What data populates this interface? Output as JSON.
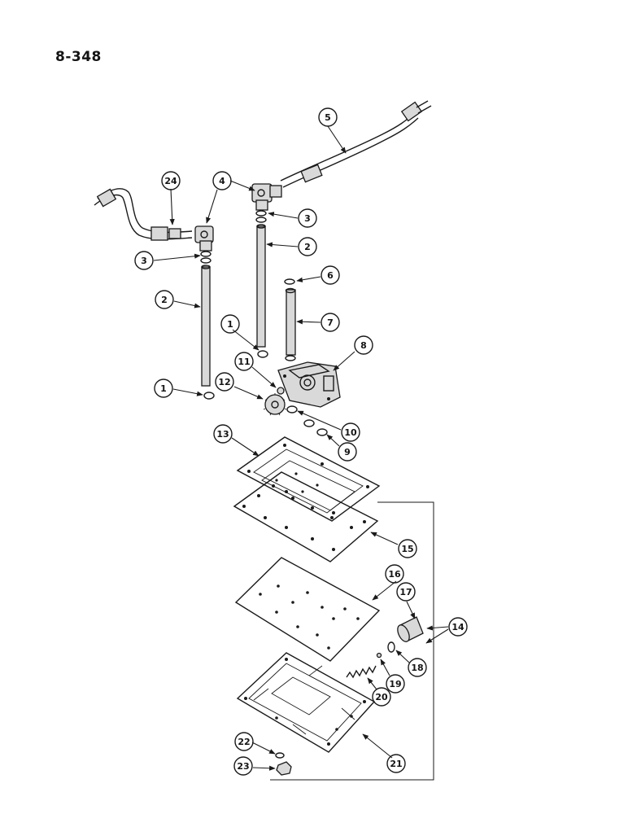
{
  "page": {
    "number": "8-348"
  },
  "callouts": [
    "1",
    "1",
    "2",
    "2",
    "3",
    "3",
    "4",
    "5",
    "6",
    "7",
    "8",
    "9",
    "10",
    "11",
    "12",
    "13",
    "14",
    "15",
    "16",
    "17",
    "18",
    "19",
    "20",
    "21",
    "22",
    "23",
    "24"
  ]
}
